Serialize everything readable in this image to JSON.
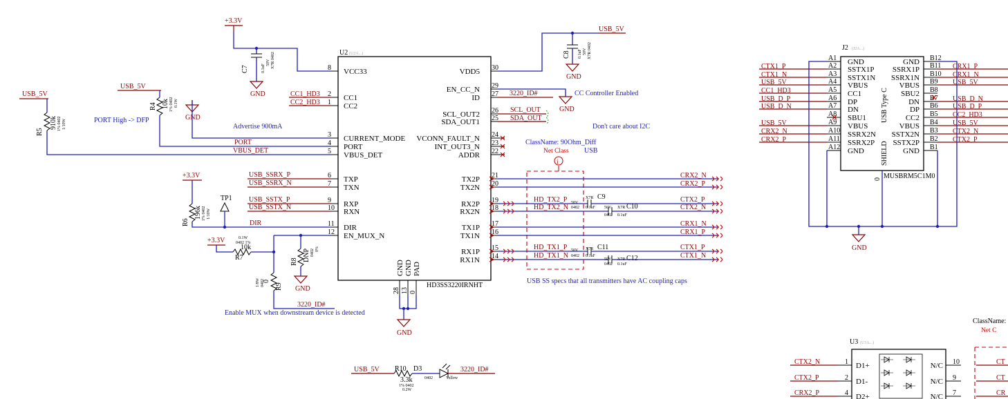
{
  "power": {
    "v33": "+3.3V",
    "usb5v": "USB_5V",
    "gnd": "GND"
  },
  "u2": {
    "ref": "U2",
    "part": "HD3SS3220IRNHT",
    "sub": "(U2A...)",
    "left_pins": [
      {
        "num": "8",
        "name": "VCC33"
      },
      {
        "num": "2",
        "name": "CC1"
      },
      {
        "num": "1",
        "name": "CC2"
      },
      {
        "num": "3",
        "name": "CURRENT_MODE"
      },
      {
        "num": "4",
        "name": "PORT"
      },
      {
        "num": "5",
        "name": "VBUS_DET"
      },
      {
        "num": "6",
        "name": "TXP"
      },
      {
        "num": "7",
        "name": "TXN"
      },
      {
        "num": "9",
        "name": "RXP"
      },
      {
        "num": "10",
        "name": "RXN"
      },
      {
        "num": "11",
        "name": "DIR"
      },
      {
        "num": "12",
        "name": "EN_MUX_N"
      }
    ],
    "right_pins": [
      {
        "num": "30",
        "name": "VDD5"
      },
      {
        "num": "29",
        "name": "EN_CC_N"
      },
      {
        "num": "27",
        "name": "ID"
      },
      {
        "num": "26",
        "name": "SCL_OUT2"
      },
      {
        "num": "25",
        "name": "SDA_OUT1"
      },
      {
        "num": "24",
        "name": "VCONN_FAULT_N"
      },
      {
        "num": "23",
        "name": "INT_OUT3_N"
      },
      {
        "num": "22",
        "name": "ADDR"
      },
      {
        "num": "21",
        "name": "TX2P"
      },
      {
        "num": "20",
        "name": "TX2N"
      },
      {
        "num": "19",
        "name": "RX2P"
      },
      {
        "num": "18",
        "name": "RX2N"
      },
      {
        "num": "17",
        "name": "TX1P"
      },
      {
        "num": "16",
        "name": "TX1N"
      },
      {
        "num": "15",
        "name": "RX1P"
      },
      {
        "num": "14",
        "name": "RX1N"
      }
    ],
    "bottom_pins": [
      {
        "num": "28",
        "name": "GND"
      },
      {
        "num": "13",
        "name": "GND"
      },
      {
        "num": "0",
        "name": "PAD"
      }
    ]
  },
  "j2": {
    "ref": "J2",
    "sub": "(J2A...)",
    "part": "MUSBRM5C1M0",
    "vertical_label": "USB Type C",
    "shield_label": "SHIELD",
    "shield_num": "0",
    "left_pins": [
      {
        "num": "A1",
        "name": "GND",
        "net": ""
      },
      {
        "num": "A2",
        "name": "SSTX1P",
        "net": "CTX1_P"
      },
      {
        "num": "A3",
        "name": "SSTX1N",
        "net": "CTX1_N"
      },
      {
        "num": "A4",
        "name": "VBUS",
        "net": "USB_5V"
      },
      {
        "num": "A5",
        "name": "CC1",
        "net": "CC1_HD3"
      },
      {
        "num": "A6",
        "name": "DP",
        "net": "USB_D_P"
      },
      {
        "num": "A7",
        "name": "DN",
        "net": "USB_D_N"
      },
      {
        "num": "A8",
        "name": "SBU1",
        "net": ""
      },
      {
        "num": "A9",
        "name": "VBUS",
        "net": "USB_5V"
      },
      {
        "num": "A10",
        "name": "SSRX2N",
        "net": "CRX2_N"
      },
      {
        "num": "A11",
        "name": "SSRX2P",
        "net": "CRX2_P"
      },
      {
        "num": "A12",
        "name": "GND",
        "net": ""
      }
    ],
    "right_pins": [
      {
        "num": "B12",
        "name": "GND",
        "net": ""
      },
      {
        "num": "B11",
        "name": "SSRX1P",
        "net": "CRX1_P"
      },
      {
        "num": "B10",
        "name": "SSRX1N",
        "net": "CRX1_N"
      },
      {
        "num": "B9",
        "name": "VBUS",
        "net": "USB_5V"
      },
      {
        "num": "B8",
        "name": "SBU2",
        "net": ""
      },
      {
        "num": "B7",
        "name": "DN",
        "net": "USB_D_N"
      },
      {
        "num": "B6",
        "name": "DP",
        "net": "USB_D_P"
      },
      {
        "num": "B5",
        "name": "CC2",
        "net": "CC2_HD3"
      },
      {
        "num": "B4",
        "name": "VBUS",
        "net": "USB_5V"
      },
      {
        "num": "B3",
        "name": "SSTX2N",
        "net": "CTX2_N"
      },
      {
        "num": "B2",
        "name": "SSTX2P",
        "net": "CTX2_P"
      },
      {
        "num": "B1",
        "name": "GND",
        "net": ""
      }
    ]
  },
  "u3": {
    "ref": "U3",
    "sub": "(U3A...)",
    "left_pins": [
      {
        "num": "1",
        "name": "D1+",
        "net": "CTX2_N"
      },
      {
        "num": "2",
        "name": "D1-",
        "net": "CTX2_P"
      },
      {
        "num": "4",
        "name": "D2+",
        "net": "CRX2_P"
      }
    ],
    "right_pins": [
      {
        "num": "10",
        "name": "N/C",
        "net": "CT"
      },
      {
        "num": "9",
        "name": "N/C",
        "net": "CT"
      },
      {
        "num": "7",
        "name": "N/C",
        "net": "CR"
      }
    ]
  },
  "nets": {
    "cc1_hd3": "CC1_HD3",
    "cc2_hd3": "CC2_HD3",
    "port": "PORT",
    "vbus_det": "VBUS_DET",
    "usb_ssrx_p": "USB_SSRX_P",
    "usb_ssrx_n": "USB_SSRX_N",
    "usb_sstx_p": "USB_SSTX_P",
    "usb_sstx_n": "USB_SSTX_N",
    "dir": "DIR",
    "id_3220": "3220_ID#",
    "scl_out": "SCL_OUT",
    "sda_out": "SDA_OUT",
    "crx2_n": "CRX2_N",
    "crx2_p": "CRX2_P",
    "ctx2_p": "CTX2_P",
    "ctx2_n": "CTX2_N",
    "crx1_n": "CRX1_N",
    "crx1_p": "CRX1_P",
    "ctx1_p": "CTX1_P",
    "ctx1_n": "CTX1_N",
    "hd_tx2_p": "HD_TX2_P",
    "hd_tx2_n": "HD_TX2_N",
    "hd_tx1_p": "HD_TX1_P",
    "hd_tx1_n": "HD_TX1_N"
  },
  "notes": {
    "cc_controller": "CC Controller Enabled",
    "dont_care_i2c": "Don't care about I2C",
    "port_high": "PORT High -> DFP",
    "advertise": "Advertise 900mA",
    "classname_usb": "ClassName: 90Ohm_Diff",
    "net_class": "Net Class",
    "usb": "USB",
    "usb_ss_specs": "USB SS specs that all transmitters have AC coupling caps",
    "enable_mux": "Enable MUX when downstream device is detected",
    "classname_short": "ClassName:",
    "net_c": "Net C"
  },
  "components": {
    "c7": {
      "ref": "C7",
      "value": "0.1uF",
      "v1": "50V",
      "v2": "X7R 0402"
    },
    "c8": {
      "ref": "C8",
      "value": "0.1uF",
      "v1": "50V",
      "v2": "X7R 0402"
    },
    "r4": {
      "ref": "R4",
      "value": "10k",
      "v1": "1% 0402",
      "v2": "0.1W"
    },
    "r5": {
      "ref": "R5",
      "value": "910k",
      "v1": "1% 0402",
      "v2": "1/10W"
    },
    "r6": {
      "ref": "R6",
      "value": "196k",
      "v1": "1% 0402",
      "v2": "1/10W"
    },
    "r7": {
      "ref": "R7",
      "value": "10k",
      "v1": "0402 1%",
      "v2": "0.1W"
    },
    "r8": {
      "ref": "R8",
      "value": "DNP",
      "v1": "0402",
      "v2": "0%"
    },
    "r9": {
      "ref": "R9",
      "value": "0",
      "v1": "0402",
      "v2": "1/8W"
    },
    "r10": {
      "ref": "R10",
      "value": "3.3k",
      "v1": "1% 0402",
      "v2": "0.2W"
    },
    "d3": {
      "ref": "D3",
      "value": "Yellow",
      "pkg": "0402"
    },
    "tp1": {
      "ref": "TP1"
    },
    "c9": {
      "ref": "C9",
      "value": "0.1uF",
      "v1": "X7R",
      "v2": "50V",
      "pkg": "0402"
    },
    "c10": {
      "ref": "C10",
      "value": "0.1uF",
      "v1": "X7R",
      "v2": "50V",
      "pkg": "0402"
    },
    "c11": {
      "ref": "C11",
      "value": "0.1uF",
      "v1": "X7R",
      "v2": "50V",
      "pkg": "0402"
    },
    "c12": {
      "ref": "C12",
      "value": "0.1uF",
      "v1": "X7R",
      "v2": "50V",
      "pkg": "0402"
    }
  }
}
